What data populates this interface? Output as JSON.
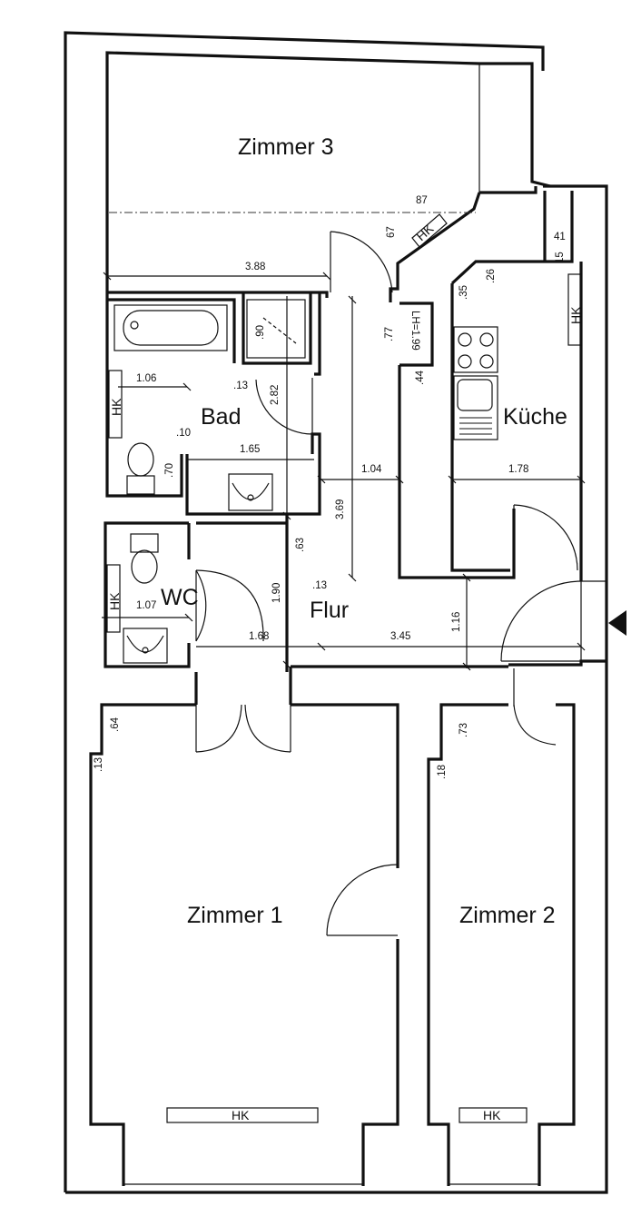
{
  "rooms": {
    "zimmer3": "Zimmer 3",
    "bad": "Bad",
    "kueche": "Küche",
    "wc": "WC",
    "flur": "Flur",
    "zimmer1": "Zimmer 1",
    "zimmer2": "Zimmer 2"
  },
  "heaters": {
    "hk_label": "HK"
  },
  "notes": {
    "ceiling_height": "LH=1.99"
  },
  "dimensions": {
    "d_87": "87",
    "d_67": "67",
    "d_388": "3.88",
    "d_41": "41",
    "d_15": "15",
    "d_26": ".26",
    "d_35": ".35",
    "d_90": ".90",
    "d_77": ".77",
    "d_44": ".44",
    "d_106": "1.06",
    "d_13a": ".13",
    "d_282": "2.82",
    "d_10": ".10",
    "d_70": ".70",
    "d_165": "1.65",
    "d_104": "1.04",
    "d_178": "1.78",
    "d_369": "3.69",
    "d_63": ".63",
    "d_13b": ".13",
    "d_190": "1.90",
    "d_107": "1.07",
    "d_168": "1.68",
    "d_345": "3.45",
    "d_116": "1.16",
    "d_64": ".64",
    "d_13c": ".13",
    "d_73": ".73",
    "d_18": ".18"
  }
}
